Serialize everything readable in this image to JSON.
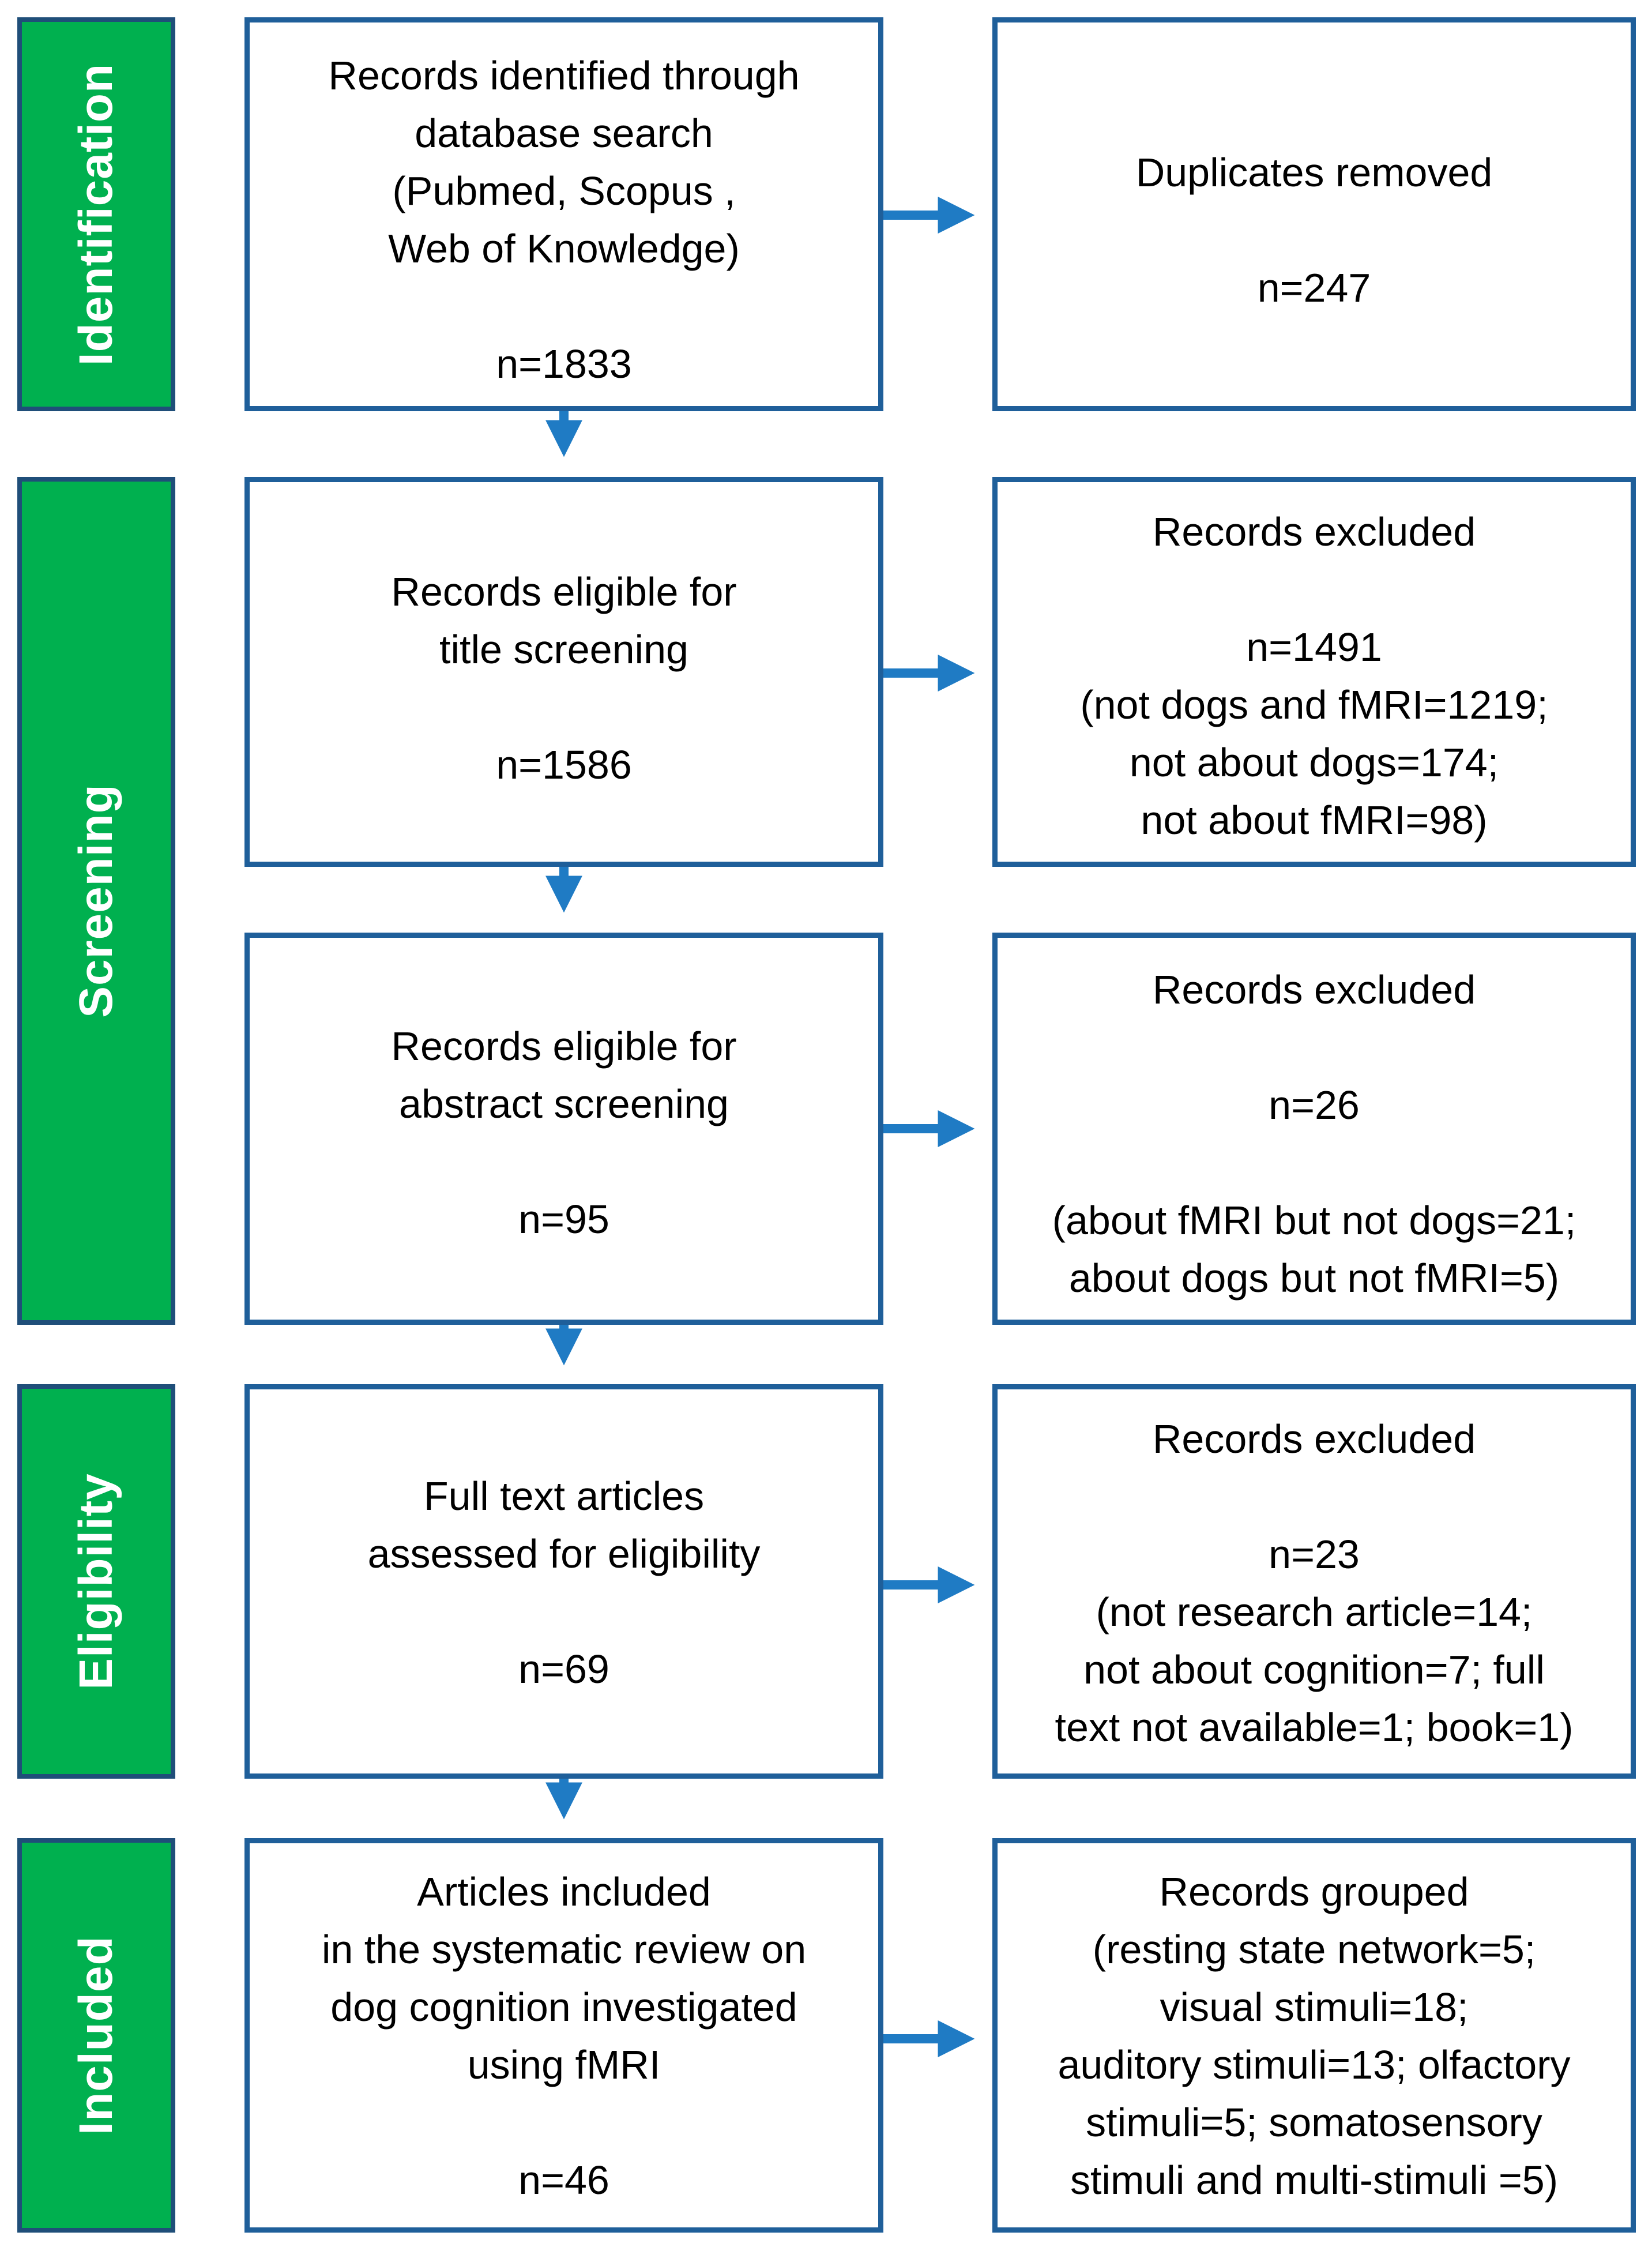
{
  "phases": {
    "identification": "Identification",
    "screening": "Screening",
    "eligibility": "Eligibility",
    "included": "Included"
  },
  "boxes": {
    "identified": {
      "lines": [
        "Records identified through",
        "database search",
        "(Pubmed, Scopus ,",
        "Web of Knowledge)"
      ],
      "count": "n=1833"
    },
    "duplicates": {
      "title": "Duplicates removed",
      "count": "n=247"
    },
    "title_screening": {
      "lines": [
        "Records eligible for",
        "title screening"
      ],
      "count": "n=1586"
    },
    "excluded_title": {
      "title": "Records excluded",
      "count": "n=1491",
      "details": [
        "(not dogs and fMRI=1219;",
        "not about dogs=174;",
        "not about fMRI=98)"
      ]
    },
    "abstract_screening": {
      "lines": [
        "Records eligible for",
        "abstract screening"
      ],
      "count": "n=95"
    },
    "excluded_abstract": {
      "title": "Records excluded",
      "count": "n=26",
      "details": [
        "(about fMRI but not dogs=21;",
        "about dogs but not fMRI=5)"
      ]
    },
    "full_text": {
      "lines": [
        "Full text articles",
        "assessed for eligibility"
      ],
      "count": "n=69"
    },
    "excluded_full_text": {
      "title": "Records excluded",
      "count": "n=23",
      "details": [
        "(not research article=14;",
        "not about cognition=7; full",
        "text not available=1; book=1)"
      ]
    },
    "included_articles": {
      "lines": [
        "Articles included",
        "in the systematic review on",
        "dog cognition investigated",
        "using fMRI"
      ],
      "count": "n=46"
    },
    "grouped": {
      "title": "Records grouped",
      "details": [
        "(resting state network=5;",
        "visual stimuli=18;",
        "auditory stimuli=13; olfactory",
        "stimuli=5; somatosensory",
        "stimuli and multi-stimuli =5)"
      ]
    }
  },
  "colors": {
    "phase_fill": "#00b04f",
    "phase_border": "#1f4e79",
    "box_border": "#1f5f9a",
    "arrow": "#1f7bc4"
  }
}
